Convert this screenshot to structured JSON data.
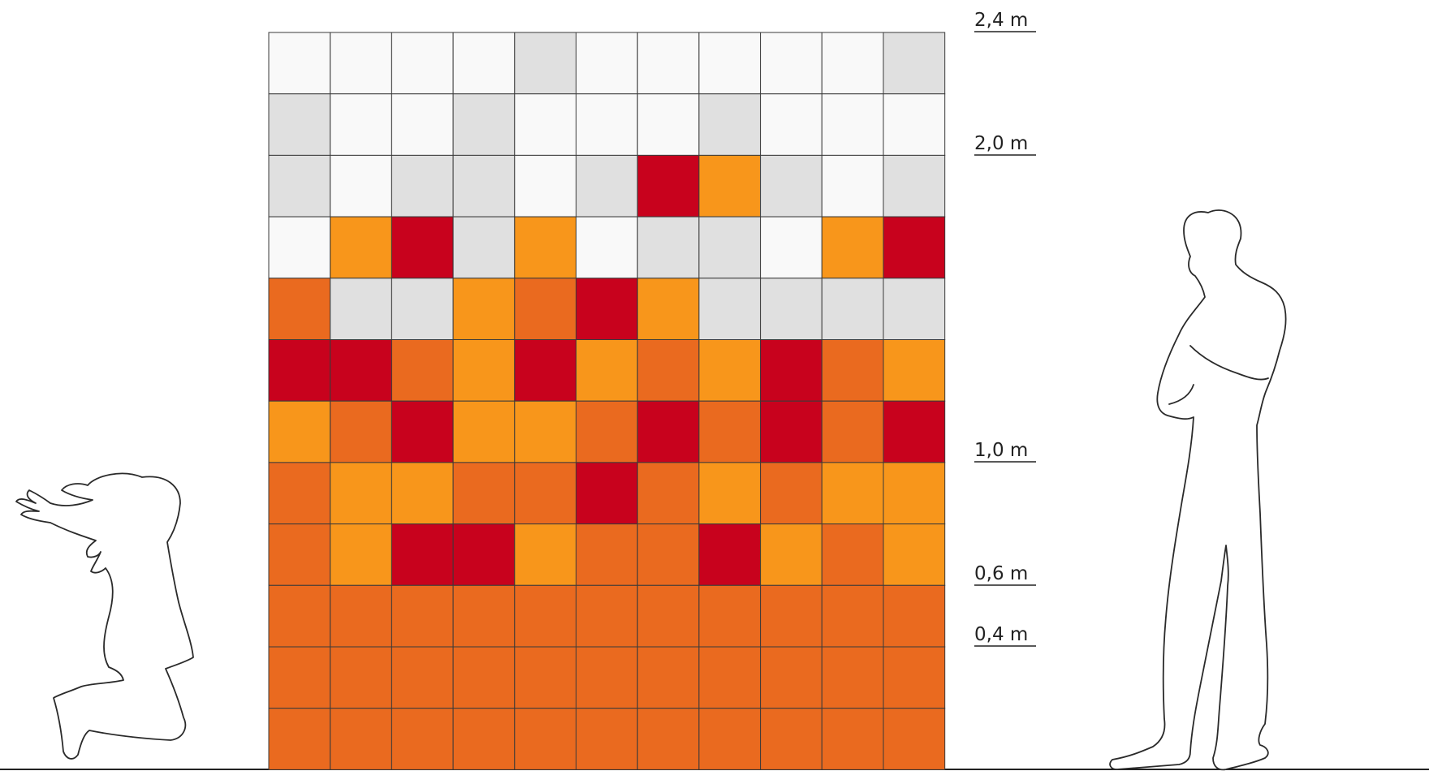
{
  "palette": {
    "W": "#f9f9f9",
    "G": "#e0e0e0",
    "R": "#c8021d",
    "Y": "#f8961b",
    "O": "#ea6a1f"
  },
  "wall": {
    "columns": 11,
    "rows": 12,
    "pattern": [
      "WWWWGWWWWWG",
      "GWWGWWWGWWW",
      "GWGGWGRYGWG",
      "WYRGYWGGWYR",
      "OGGYORYGGGG",
      "RROYRYOYROY",
      "YORYYOROROR",
      "OYYOOROYOYY",
      "OYRRYOORYOY",
      "OOOOOOOOOOO",
      "OOOOOOOOOOO",
      "OOOOOOOOOOO"
    ]
  },
  "height_markers": [
    {
      "label": "2,4 m"
    },
    {
      "label": "2,0 m"
    },
    {
      "label": "1,0 m"
    },
    {
      "label": "0,6 m"
    },
    {
      "label": "0,4 m"
    }
  ],
  "figures": [
    {
      "kind": "child-kneeling"
    },
    {
      "kind": "adult-standing"
    }
  ]
}
